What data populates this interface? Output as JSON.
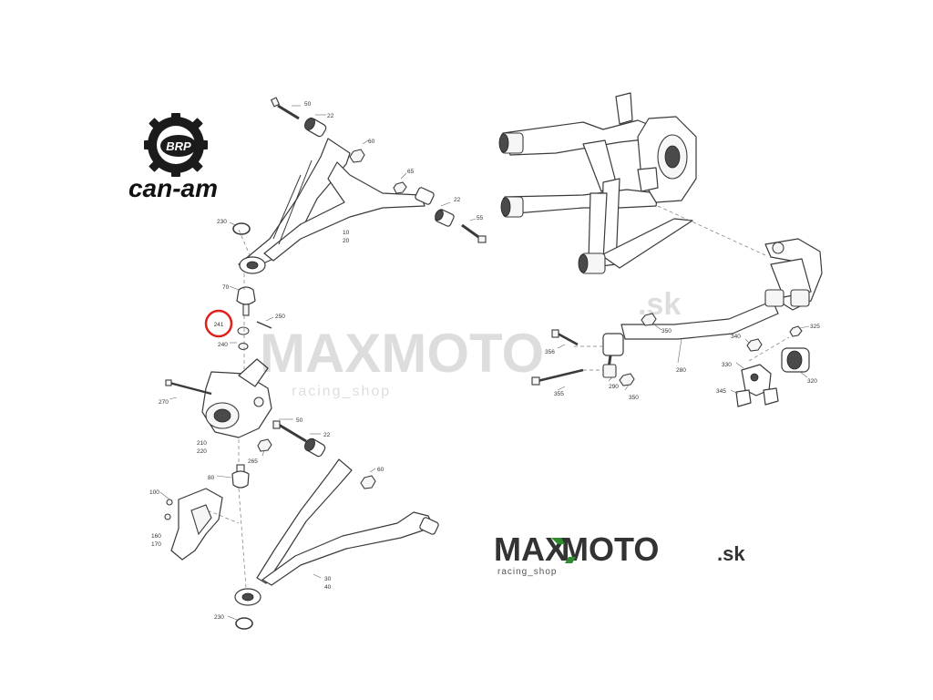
{
  "brand": {
    "logo_text": "BRP",
    "wordmark": "can-am"
  },
  "watermark": {
    "brand_max": "MAX",
    "brand_moto": "MOTO",
    "brand_tld": ".sk",
    "tagline": "racing_shop"
  },
  "footer_logo": {
    "max": "MAX",
    "moto": "MOTO",
    "tld": ".sk",
    "tagline": "racing_shop",
    "colors": {
      "dark": "#333333",
      "accent": "#2e8b2e"
    }
  },
  "highlight": {
    "label": "241",
    "color": "#e0201b"
  },
  "callouts": {
    "c50a": "50",
    "c22a": "22",
    "c60a": "60",
    "c65": "65",
    "c22b": "22",
    "c55": "55",
    "c230a": "230",
    "c10": "10",
    "c20": "20",
    "c70": "70",
    "c250": "250",
    "c240": "240",
    "c270": "270",
    "c210": "210",
    "c220": "220",
    "c265": "265",
    "c50b": "50",
    "c22c": "22",
    "c60b": "60",
    "c80": "80",
    "c100": "100",
    "c160": "160",
    "c170": "170",
    "c30": "30",
    "c40": "40",
    "c230b": "230",
    "c350a": "350",
    "c356": "356",
    "c355": "355",
    "c290": "290",
    "c350b": "350",
    "c280": "280",
    "c325": "325",
    "c340": "340",
    "c330": "330",
    "c320": "320",
    "c345": "345"
  }
}
